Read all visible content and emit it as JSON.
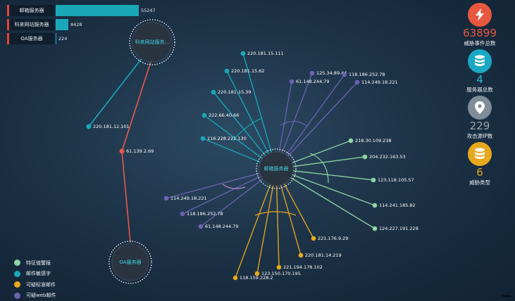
{
  "top_bars": [
    {
      "label": "邮箱服务器",
      "value": 55247
    },
    {
      "label": "科来网站服务器",
      "value": 8428
    },
    {
      "label": "OA服务器",
      "value": 224
    }
  ],
  "stats": [
    {
      "icon": "lightning-icon",
      "number": "63899",
      "label": "威胁事件总数",
      "color": "#e8573f"
    },
    {
      "icon": "database-icon",
      "number": "4",
      "label": "服务器总数",
      "color": "#1aa8c4"
    },
    {
      "icon": "location-pin-icon",
      "number": "229",
      "label": "攻击源IP数",
      "color": "#7f8d99"
    },
    {
      "icon": "database-stack-icon",
      "number": "6",
      "label": "威胁类型",
      "color": "#e8a81c"
    }
  ],
  "legend": [
    {
      "label": "特征值警报",
      "color": "#8fd6a4"
    },
    {
      "label": "邮件敏感字",
      "color": "#1aa8b8"
    },
    {
      "label": "可疑标准邮件",
      "color": "#e8a81c"
    },
    {
      "label": "可疑web邮件",
      "color": "#6a62b0"
    }
  ],
  "graph": {
    "hubs": {
      "mail": {
        "label": "邮箱服务器"
      },
      "web": {
        "label": "科来网站服务..."
      },
      "oa": {
        "label": "OA服务器"
      }
    },
    "relay_nodes": [
      {
        "id": "r1",
        "label": "220.181.12.101",
        "color": "#1aa8b8"
      },
      {
        "id": "r2",
        "label": "61.139.2.69",
        "color": "#e8574a"
      }
    ],
    "mail_sources": [
      {
        "label": "220.181.15.111",
        "type": "邮件敏感字"
      },
      {
        "label": "220.181.15.62",
        "type": "邮件敏感字"
      },
      {
        "label": "220.181.15.39",
        "type": "邮件敏感字"
      },
      {
        "label": "222.66.40.66",
        "type": "邮件敏感字"
      },
      {
        "label": "116.228.221.130",
        "type": "邮件敏感字"
      },
      {
        "label": "125.34.89.44",
        "type": "可疑web邮件"
      },
      {
        "label": "118.186.252.78",
        "type": "可疑web邮件"
      },
      {
        "label": "61.148.244.79",
        "type": "可疑web邮件"
      },
      {
        "label": "114.249.18.221",
        "type": "可疑web邮件"
      },
      {
        "label": "218.30.109.238",
        "type": "特征值警报"
      },
      {
        "label": "204.232.163.53",
        "type": "特征值警报"
      },
      {
        "label": "123.118.105.57",
        "type": "特征值警报"
      },
      {
        "label": "114.241.185.82",
        "type": "特征值警报"
      },
      {
        "label": "124.227.191.228",
        "type": "特征值警报"
      },
      {
        "label": "221.176.9.29",
        "type": "可疑标准邮件"
      },
      {
        "label": "220.181.14.219",
        "type": "可疑标准邮件"
      },
      {
        "label": "221.194.178.102",
        "type": "可疑标准邮件"
      },
      {
        "label": "123.150.170.195",
        "type": "可疑标准邮件"
      },
      {
        "label": "118.159.228.2",
        "type": "可疑标准邮件"
      },
      {
        "label": "114.249.18.221",
        "type": "可疑web邮件"
      },
      {
        "label": "118.186.252.78",
        "type": "可疑web邮件"
      },
      {
        "label": "61.148.244.79",
        "type": "可疑web邮件"
      }
    ]
  }
}
